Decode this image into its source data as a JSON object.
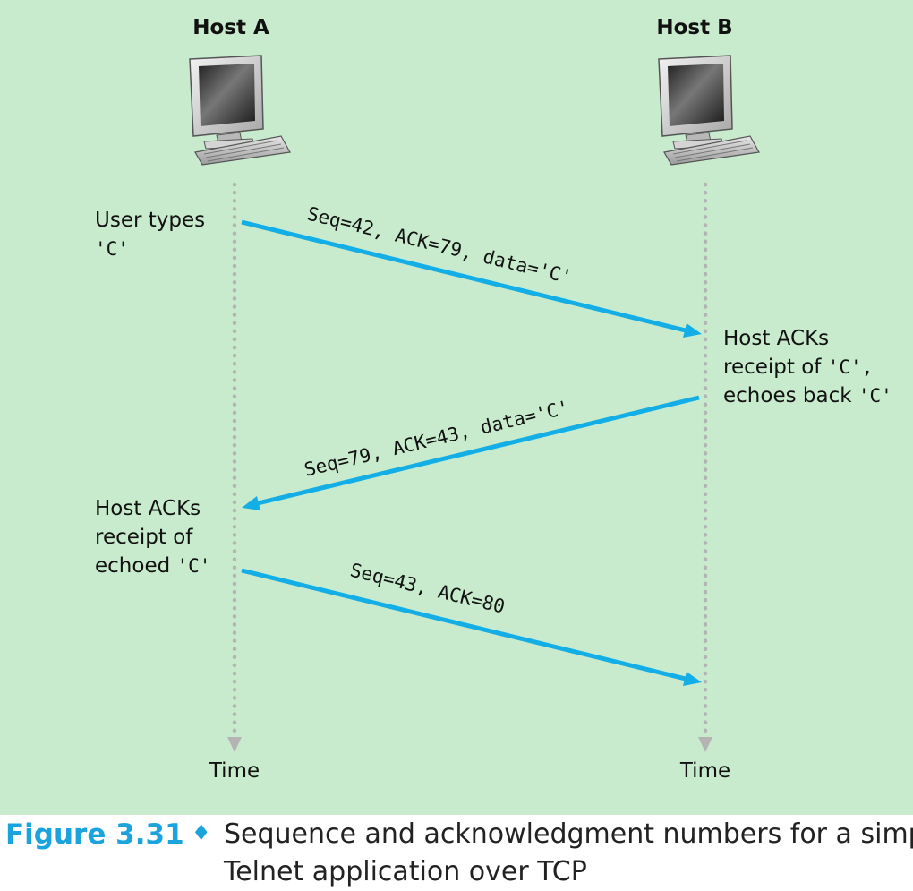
{
  "hosts": [
    {
      "title": "Host A",
      "time_label": "Time"
    },
    {
      "title": "Host B",
      "time_label": "Time"
    }
  ],
  "notes": {
    "a_user_types": "User types",
    "a_user_types_char": "'C'",
    "b_line1": "Host ACKs",
    "b_line2_prefix": "receipt of",
    "b_line2_char": "'C',",
    "b_line3_prefix": "echoes back",
    "b_line3_char": "'C'",
    "a2_line1": "Host ACKs",
    "a2_line2": "receipt of",
    "a2_line3_prefix": "echoed",
    "a2_line3_char": "'C'"
  },
  "segments": [
    {
      "label": "Seq=42, ACK=79, data='C'"
    },
    {
      "label": "Seq=79, ACK=43, data='C'"
    },
    {
      "label": "Seq=43, ACK=80"
    }
  ],
  "caption": {
    "figure_number": "Figure 3.31",
    "separator": "♦",
    "line1": "Sequence and acknowledgment numbers for a simple",
    "line2": "Telnet application over TCP"
  },
  "colors": {
    "background": "#c8ebce",
    "arrow": "#14aee6",
    "figure_number": "#1aa3dc",
    "timeline": "#b4b4b4"
  }
}
